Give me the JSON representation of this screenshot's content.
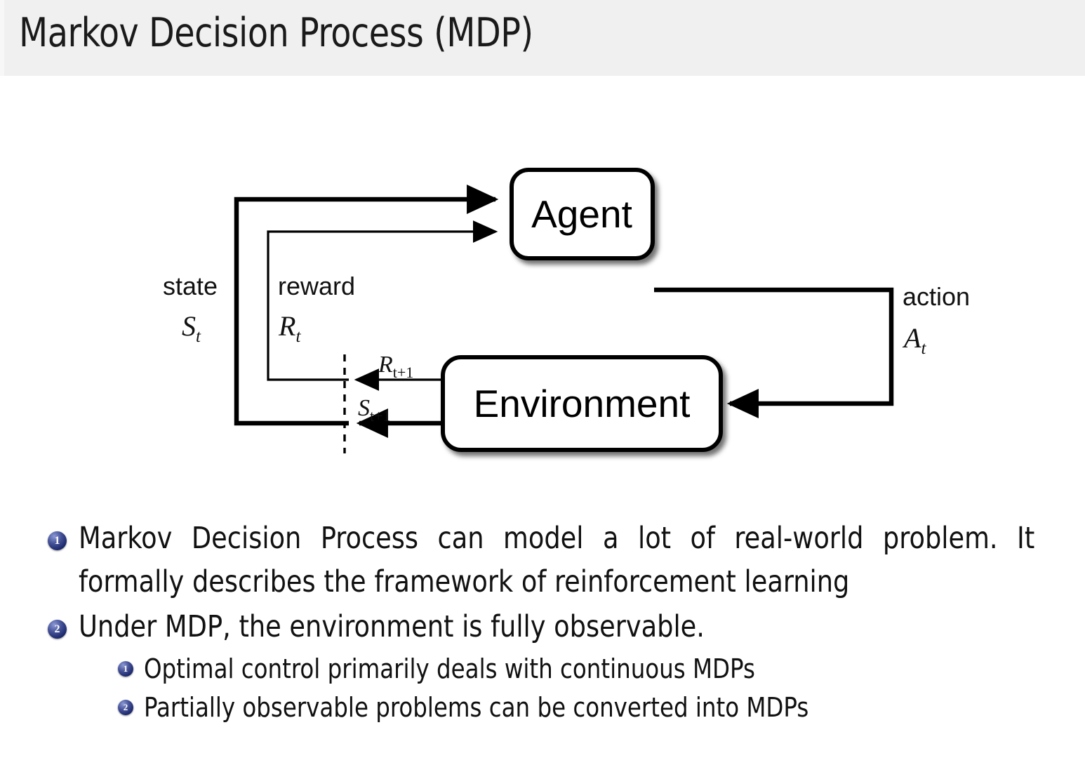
{
  "slide": {
    "title": "Markov Decision Process (MDP)",
    "header_bg": "#f0f0f0",
    "body_bg": "#ffffff",
    "text_color": "#111111"
  },
  "diagram": {
    "name": "agent-environment-interaction-loop",
    "nodes": {
      "agent": "Agent",
      "environment": "Environment"
    },
    "edge_labels": {
      "state_word": "state",
      "state_symbol": "S",
      "state_subscript": "t",
      "reward_word": "reward",
      "reward_symbol": "R",
      "reward_subscript": "t",
      "action_word": "action",
      "action_symbol": "A",
      "action_subscript": "t",
      "next_reward_symbol": "R",
      "next_reward_subscript": "t+1",
      "next_state_symbol": "S",
      "next_state_subscript": "t+1"
    },
    "stroke_color": "#000000",
    "box_fill": "#ffffff"
  },
  "bullets": {
    "accent_color": "#1d2a6e",
    "level1": [
      {
        "number": "1",
        "text": "Markov Decision Process can model a lot of real-world problem. It formally describes the framework of reinforcement learning"
      },
      {
        "number": "2",
        "text": "Under MDP, the environment is fully observable."
      }
    ],
    "level2": [
      {
        "number": "1",
        "text": "Optimal control primarily deals with continuous MDPs"
      },
      {
        "number": "2",
        "text": "Partially observable problems can be converted into MDPs"
      }
    ]
  }
}
